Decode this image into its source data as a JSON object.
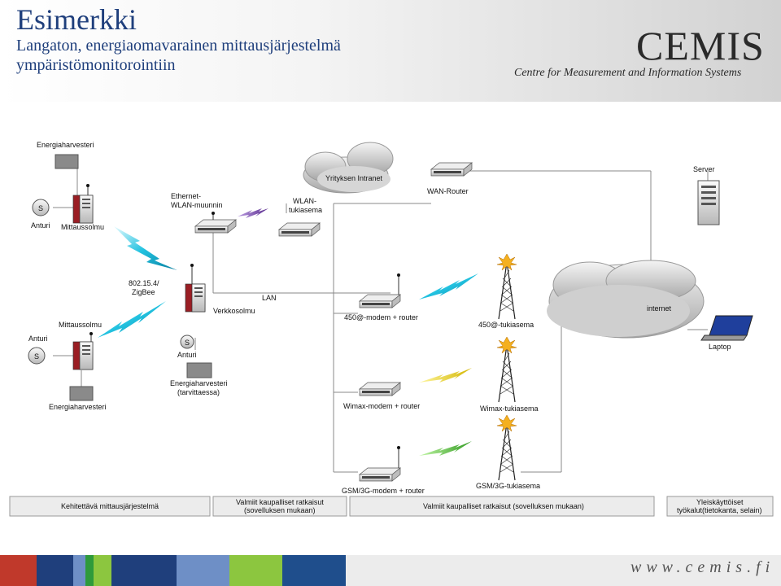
{
  "header": {
    "title": "Esimerkki",
    "subtitle_line1": "Langaton, energiaomavarainen mittausjärjestelmä",
    "subtitle_line2": "ympäristömonitorointiin",
    "logo": "CEMIS",
    "logo_tagline": "Centre for Measurement and Information Systems"
  },
  "diagram": {
    "energiaharvesteri_top": "Energiaharvesteri",
    "sensor_s": "S",
    "anturi": "Anturi",
    "mittaussolmu": "Mittaussolmu",
    "ethernet_line1": "Ethernet-",
    "ethernet_line2": "WLAN-muunnin",
    "wlan_line1": "WLAN-",
    "wlan_line2": "tukiasema",
    "intranet": "Yrityksen Intranet",
    "wan_router": "WAN-Router",
    "server": "Server",
    "zigbee_line1": "802.15.4/",
    "zigbee_line2": "ZigBee",
    "lan": "LAN",
    "verkkosolmu": "Verkkosolmu",
    "modem_450": "450@-modem + router",
    "tukiasema_450": "450@-tukiasema",
    "internet": "internet",
    "laptop": "Laptop",
    "energiaharvesteri_mid_line1": "Energiaharvesteri",
    "energiaharvesteri_mid_line2": "(tarvittaessa)",
    "energiaharvesteri_bottom": "Energiaharvesteri",
    "wimax_modem": "Wimax-modem + router",
    "wimax_tukiasema": "Wimax-tukiasema",
    "gsm_modem": "GSM/3G-modem + router",
    "gsm_tukiasema": "GSM/3G-tukiasema"
  },
  "legend": {
    "box1": "Kehitettävä mittausjärjestelmä",
    "box2_line1": "Valmiit kaupalliset ratkaisut",
    "box2_line2": "(sovelluksen mukaan)",
    "box3": "Valmiit kaupalliset ratkaisut (sovelluksen mukaan)",
    "box4_line1": "Yleiskäyttöiset",
    "box4_line2": "työkalut(tietokanta, selain)"
  },
  "footer": {
    "url": "www.cemis.fi",
    "strip_colors": [
      "#c0392b",
      "#1f3f7c",
      "#6e8fc6",
      "#2e9a3b",
      "#8cc63f",
      "#1f3f7c",
      "#6e8fc6",
      "#8cc63f",
      "#1f4e8c"
    ]
  }
}
